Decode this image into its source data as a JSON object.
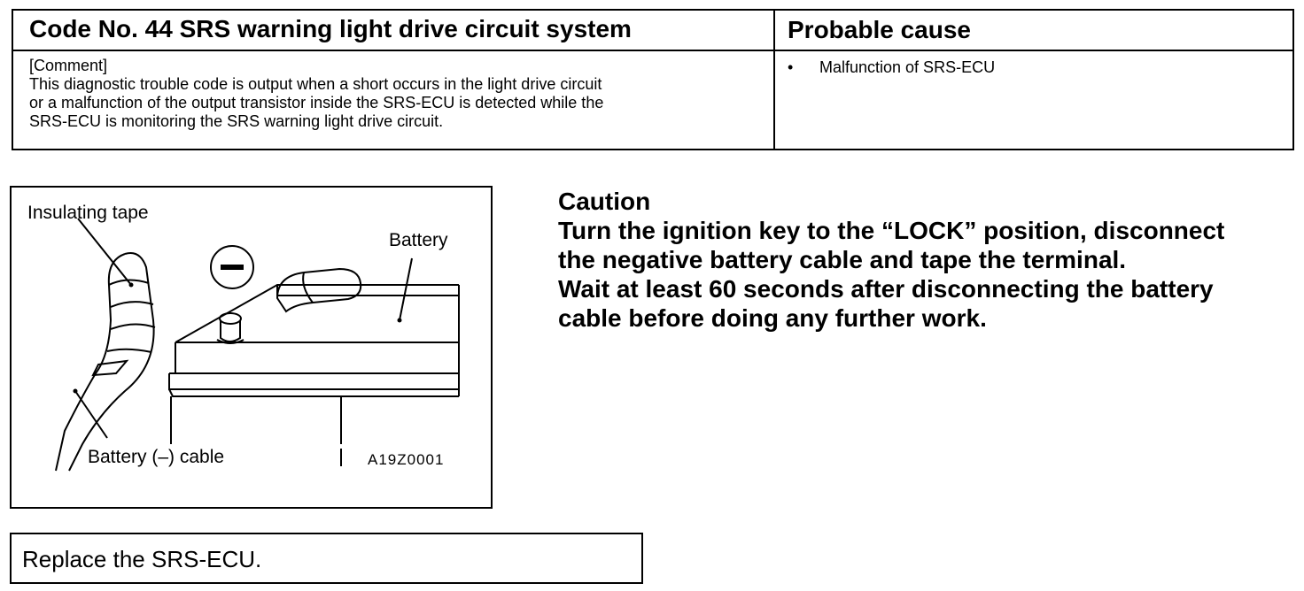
{
  "table": {
    "header_left": "Code No. 44 SRS warning light drive circuit system",
    "header_right": "Probable cause",
    "comment_lines": [
      "[Comment]",
      "This diagnostic trouble code is output when a short occurs in the light drive circuit",
      "or a malfunction of the output transistor inside the SRS-ECU is detected while the",
      "SRS-ECU is monitoring the SRS warning light drive circuit."
    ],
    "cause_bullet": "•",
    "cause_item": "Malfunction of SRS-ECU"
  },
  "figure": {
    "label_tape": "Insulating tape",
    "label_battery": "Battery",
    "label_cable": "Battery (–) cable",
    "figure_code": "A19Z0001",
    "minus_symbol": "–"
  },
  "caution": {
    "title": "Caution",
    "lines": [
      "Turn the ignition key to the “LOCK” position, disconnect",
      "the negative battery cable and tape the terminal.",
      "Wait at least 60 seconds after disconnecting the battery",
      "cable before doing any further work."
    ]
  },
  "action": {
    "text": "Replace the SRS-ECU."
  }
}
